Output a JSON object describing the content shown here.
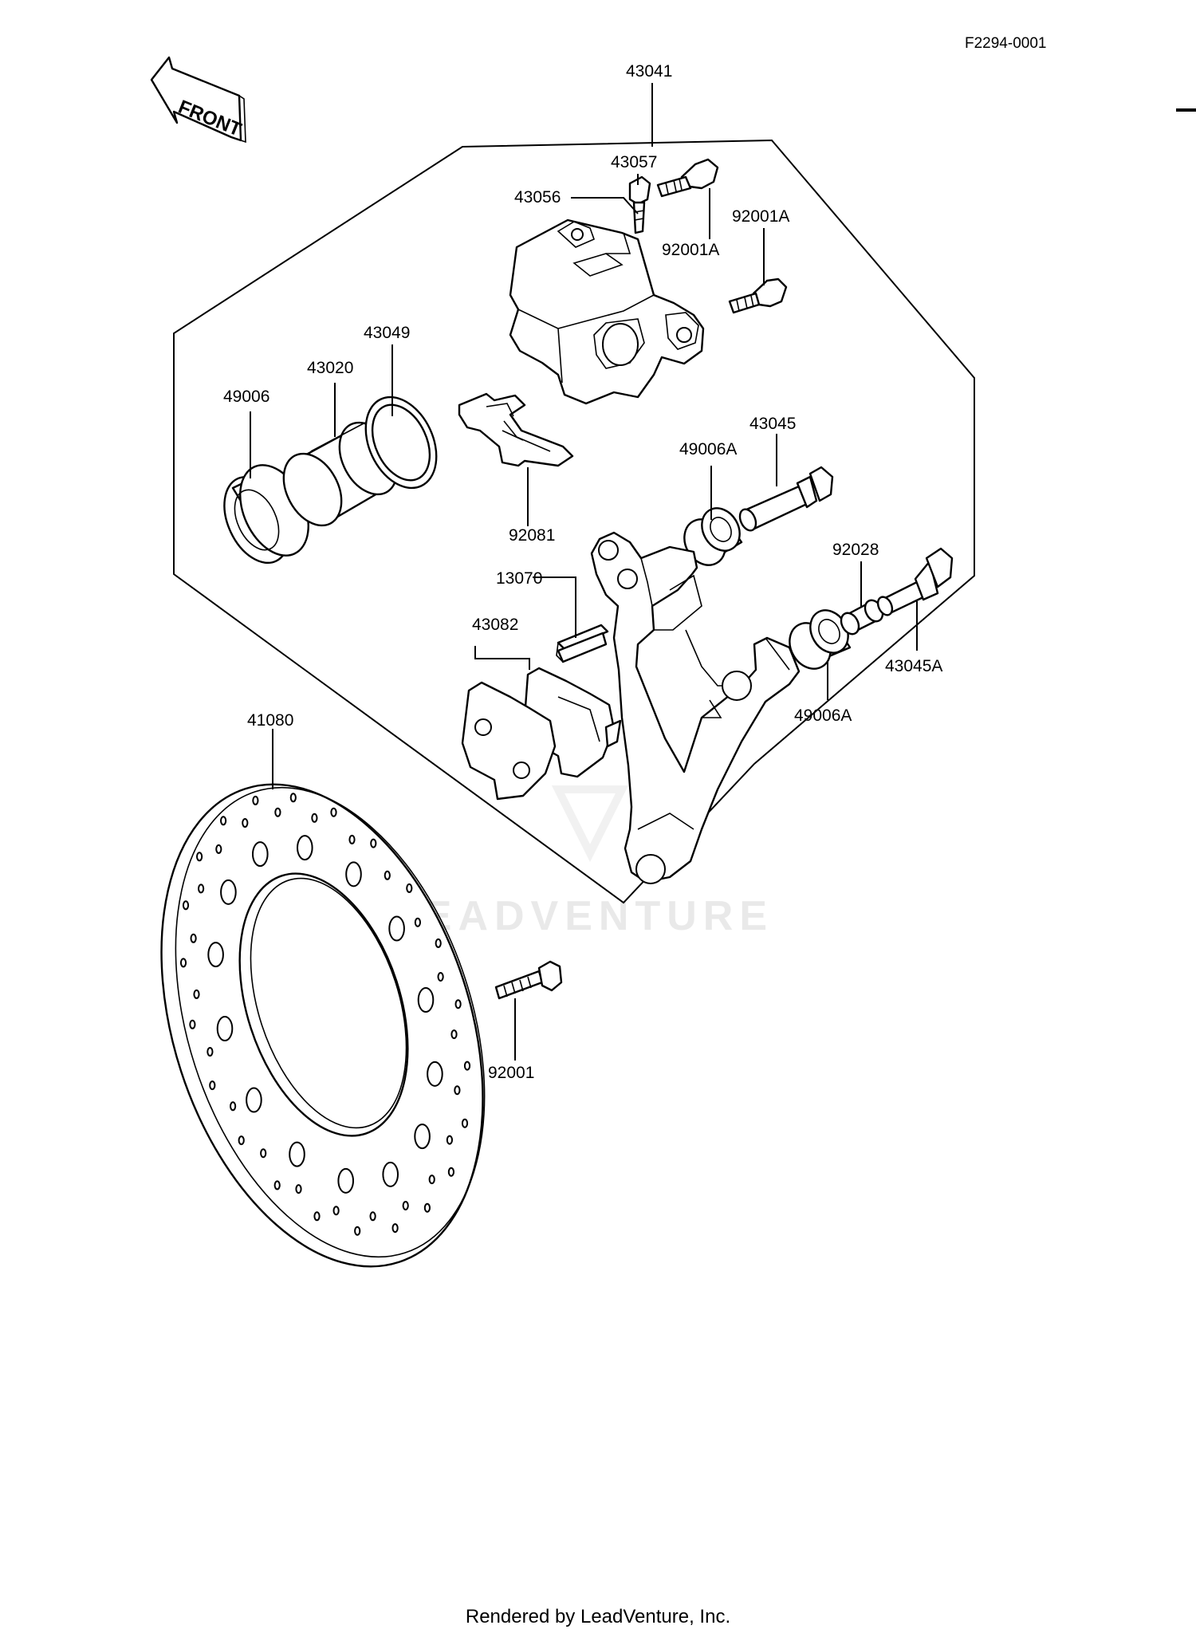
{
  "figure_id": "F2294-0001",
  "front_arrow": "FRONT",
  "watermark": "LEADVENTURE",
  "footer": "Rendered by LeadVenture, Inc.",
  "parts": {
    "p43041": "43041",
    "p43057": "43057",
    "p43056": "43056",
    "p92001A_top": "92001A",
    "p92001A_right": "92001A",
    "p43049": "43049",
    "p43020": "43020",
    "p49006": "49006",
    "p43045": "43045",
    "p49006A_top": "49006A",
    "p92081": "92081",
    "p92028": "92028",
    "p13070": "13070",
    "p43082": "43082",
    "p43045A": "43045A",
    "p49006A_bottom": "49006A",
    "p41080": "41080",
    "p92001": "92001"
  }
}
